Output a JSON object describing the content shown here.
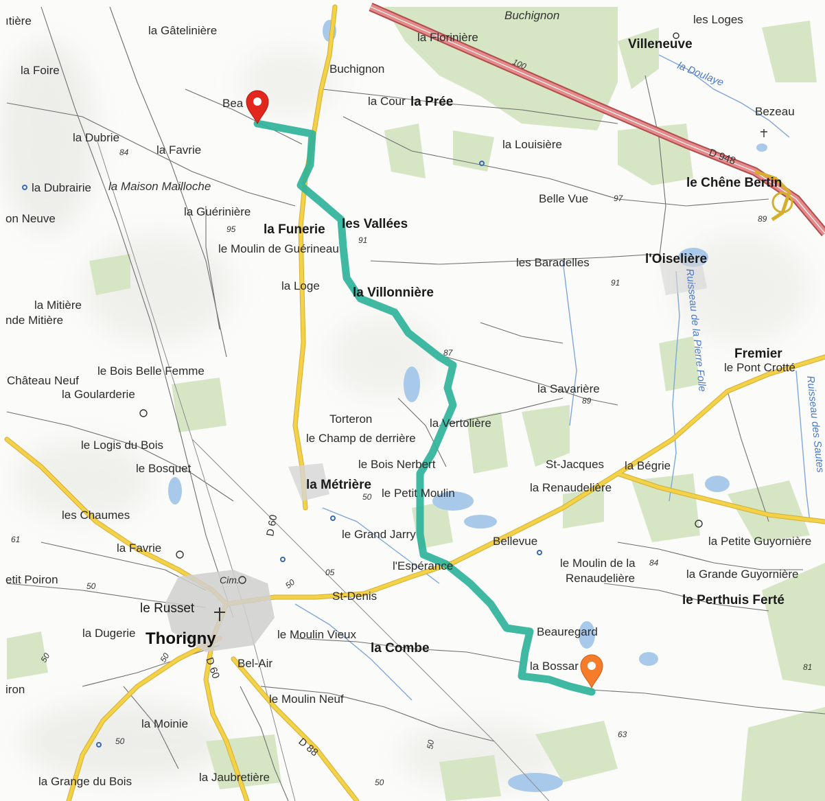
{
  "map": {
    "colors": {
      "background": "#fbfbf9",
      "forest": "#d6e6c4",
      "water": "#a9c9ea",
      "route": "#2fb39a",
      "start_marker": "#e2271d",
      "end_marker": "#f47c2a",
      "main_road": "#f3d24a",
      "motorway": "#d66f6f"
    },
    "start_marker": {
      "icon": "map-pin-red-icon"
    },
    "end_marker": {
      "icon": "map-pin-orange-icon"
    },
    "places": {
      "latiere": "ıtière",
      "la_gateliniere": "la Gâtelinière",
      "la_foire": "la Foire",
      "la_floriniere": "la Florinière",
      "buchignon_top": "Buchignon",
      "buchignon": "Buchignon",
      "les_loges": "les Loges",
      "villeneuve": "Villeneuve",
      "bea": "Bea",
      "la_cour": "la Cour",
      "la_pree": "la Prée",
      "bezeau": "Bezeau",
      "la_dubrie": "la Dubrie",
      "la_favrie_n": "la Favrie",
      "la_louisiere": "la Louisière",
      "la_dubrairie": "la Dubrairie",
      "la_maison_mailloche": "la Maison Mailloche",
      "le_chene_bertin": "le Chêne Bertin",
      "belle_vue": "Belle Vue",
      "on_neuve": "on Neuve",
      "la_gueriniere": "la Guérinière",
      "la_funerie": "la Funerie",
      "les_vallees": "les Vallées",
      "le_moulin_de_guerineau": "le Moulin de Guérineau",
      "les_baradelles": "les Baradelles",
      "loiseliere": "l'Oiselière",
      "la_loge": "la Loge",
      "la_villonniere": "la Villonnière",
      "la_mitiere": "la Mitière",
      "nde_mitiere": "nde Mitière",
      "fremier": "Fremier",
      "le_pont_crotte": "le Pont Crotté",
      "chateau_neuf": "Château Neuf",
      "le_bois_belle_femme": "le Bois Belle Femme",
      "la_goularderie": "la Goularderie",
      "la_savariere": "la Savarière",
      "torteron": "Torteron",
      "la_vertoliere": "la Vertolière",
      "le_champ_de_derriere": "le Champ de derrière",
      "le_logis_du_bois": "le Logis du Bois",
      "le_bois_nerbert": "le Bois Nerbert",
      "st_jacques": "St-Jacques",
      "la_begrie": "la Bégrie",
      "le_bosquet": "le Bosquet",
      "la_metriere": "la Métrière",
      "la_renaudeliere": "la Renaudelière",
      "le_petit_moulin": "le Petit Moulin",
      "les_chaumes": "les Chaumes",
      "le_grand_jarry": "le Grand Jarry",
      "bellevue": "Bellevue",
      "la_petite_guyorniere": "la Petite Guyornière",
      "la_favrie_s": "la Favrie",
      "lesperance": "l'Espérance",
      "le_moulin_de_la": "le Moulin de la",
      "renaudeliere_2": "Renaudelière",
      "la_grande_guyorniere": "la Grande Guyornière",
      "etit_poiron": "etit Poiron",
      "cim": "Cim.",
      "st_denis": "St-Denis",
      "le_perthuis_ferte": "le Perthuis Ferté",
      "le_russet": "le Russet",
      "la_dugerie": "la Dugerie",
      "thorigny": "Thorigny",
      "le_moulin_vieux": "le Moulin Vieux",
      "la_combe": "la Combe",
      "beauregard": "Beauregard",
      "bel_air": "Bel-Air",
      "la_bossar": "la Bossar",
      "iron": "iron",
      "le_moulin_neuf": "le Moulin Neuf",
      "la_moinie": "la Moinie",
      "la_grange_du_bois": "la Grange du Bois",
      "la_jaubretiere": "la Jaubretière"
    },
    "roads": {
      "d948": "D 948",
      "d60_a": "D 60",
      "d60_b": "D 60",
      "d88": "D 88",
      "motorway_100": "100"
    },
    "water": {
      "la_doulaye": "la Doulaye",
      "ruisseau_pierre_folle": "Ruisseau de la Pierre Folle",
      "ruisseau_des_sautes": "Ruisseau des Sautes"
    },
    "elevations": {
      "e84": "84",
      "e95": "95",
      "e91a": "91",
      "e97": "97",
      "e89a": "89",
      "e91b": "91",
      "e87": "87",
      "e89b": "89",
      "e50a": "50",
      "e84b": "84",
      "e61": "61",
      "e50b": "50",
      "e05": "05",
      "e50c": "50",
      "e50d": "50",
      "e50e": "50",
      "e50f": "50",
      "e50g": "50",
      "e81": "81",
      "e63": "63",
      "e50h": "50"
    }
  }
}
